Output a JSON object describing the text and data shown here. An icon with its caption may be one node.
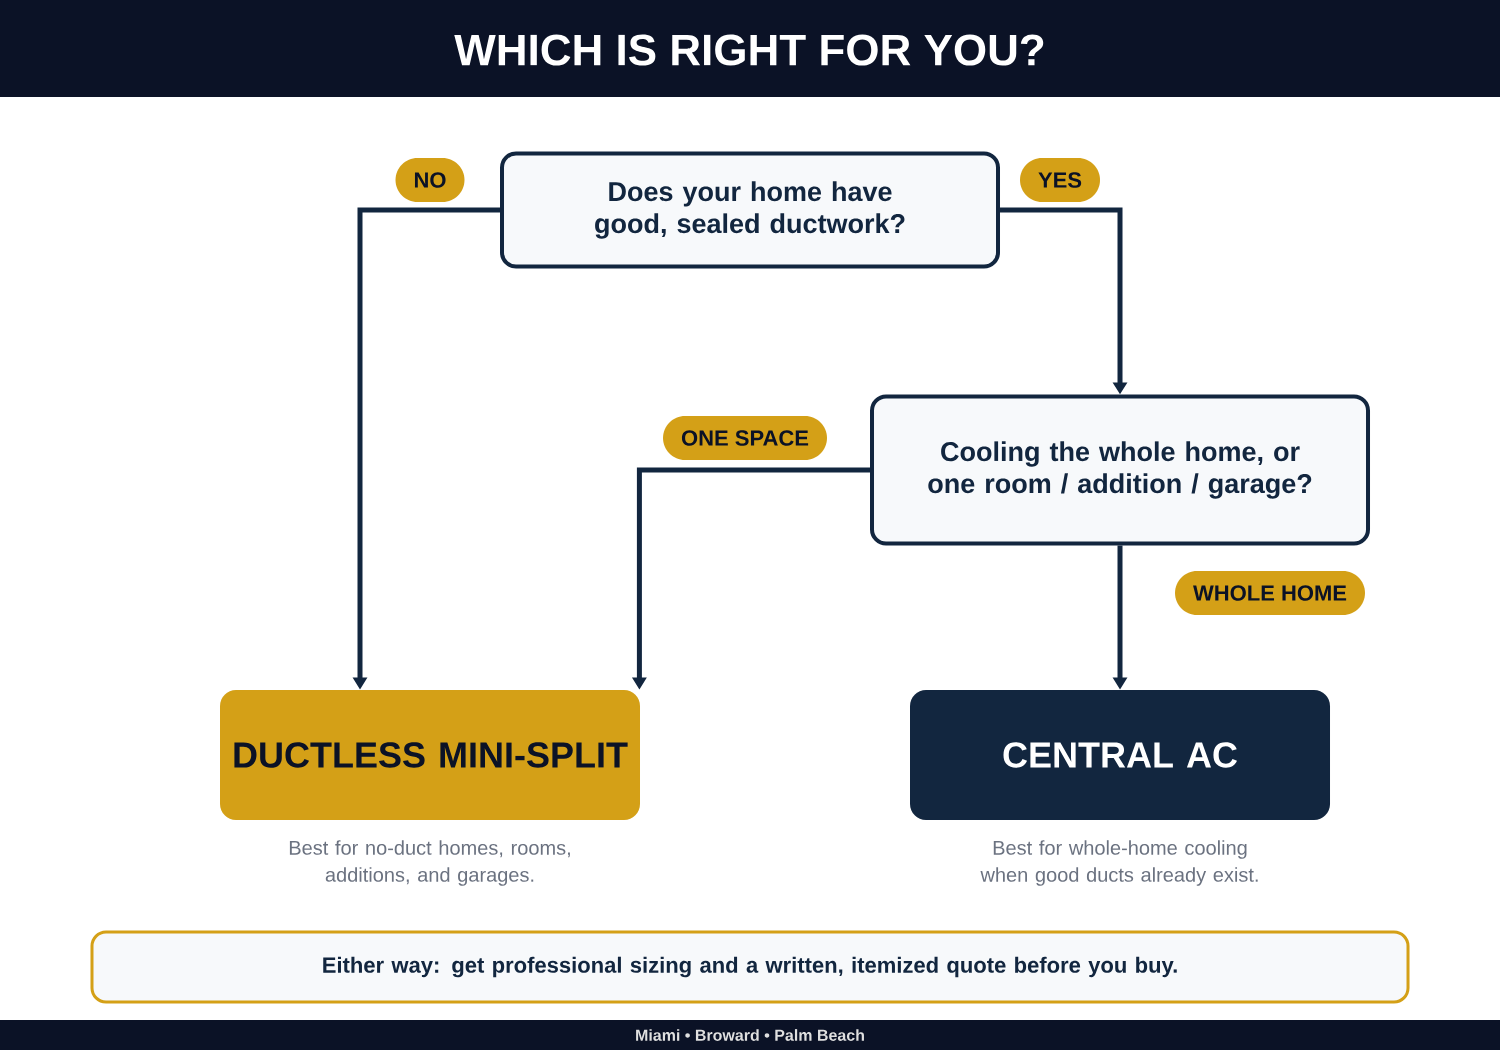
{
  "diagram": {
    "title": "WHICH IS RIGHT FOR YOU?",
    "nodes": [
      {
        "text": [
          "Does your home have good, sealed ductwork?"
        ]
      },
      {
        "text": [
          "Cooling the whole home, or one room / addition / garage?"
        ]
      },
      {
        "text": [
          "DUCTLESS MINI-SPLIT"
        ],
        "beside": [
          "Best for no-duct homes, rooms, additions, and garages."
        ]
      },
      {
        "text": [
          "CENTRAL AC"
        ],
        "beside": [
          "Best for whole-home cooling when good ducts already exist."
        ]
      },
      {
        "text": [
          "Either way: get professional sizing and a written, itemized quote before you buy."
        ]
      }
    ],
    "edges": [
      {
        "from": 0,
        "to": 2,
        "arrow": "to",
        "label": "NO"
      },
      {
        "from": 0,
        "to": 1,
        "arrow": "to",
        "label": "YES"
      },
      {
        "from": 1,
        "to": 2,
        "arrow": "to",
        "label": "ONE SPACE"
      },
      {
        "from": 1,
        "to": 3,
        "arrow": "to",
        "label": "WHOLE HOME"
      }
    ],
    "labels": [
      "Miami • Broward • Palm Beach"
    ]
  }
}
